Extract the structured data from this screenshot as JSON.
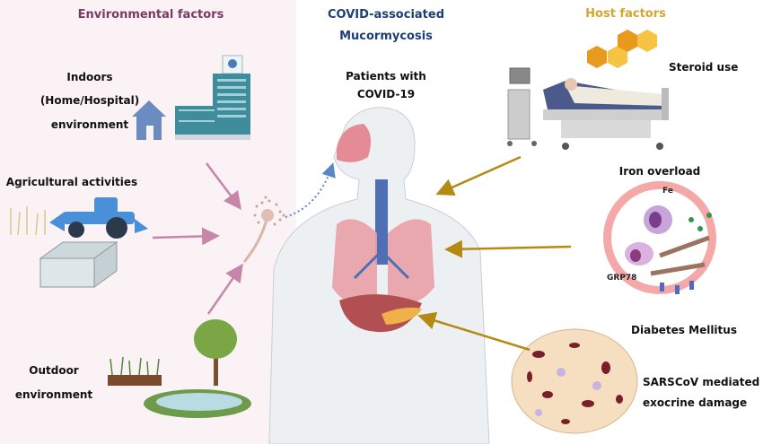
{
  "titles": {
    "environmental": "Environmental factors",
    "cam_line1": "COVID-associated",
    "cam_line2": "Mucormycosis",
    "host": "Host factors"
  },
  "environmental": {
    "indoors": [
      "Indoors",
      "(Home/Hospital)",
      "environment"
    ],
    "agricultural": "Agricultural activities",
    "outdoor": [
      "Outdoor",
      "environment"
    ]
  },
  "center": {
    "patients": [
      "Patients with",
      "COVID-19"
    ]
  },
  "host": {
    "steroid": "Steroid use",
    "iron": "Iron overload",
    "fe": "Fe",
    "grp78": "GRP78",
    "diabetes": "Diabetes Mellitus",
    "sarscov": [
      "SARSCoV mediated",
      "exocrine damage"
    ]
  },
  "colors": {
    "environmental_title": "#7b3a63",
    "cam_title": "#1d3f74",
    "host_title": "#d6a62c",
    "env_arrow": "#c586a8",
    "host_arrow": "#b48a12",
    "left_panel": "#fbf2f5"
  }
}
